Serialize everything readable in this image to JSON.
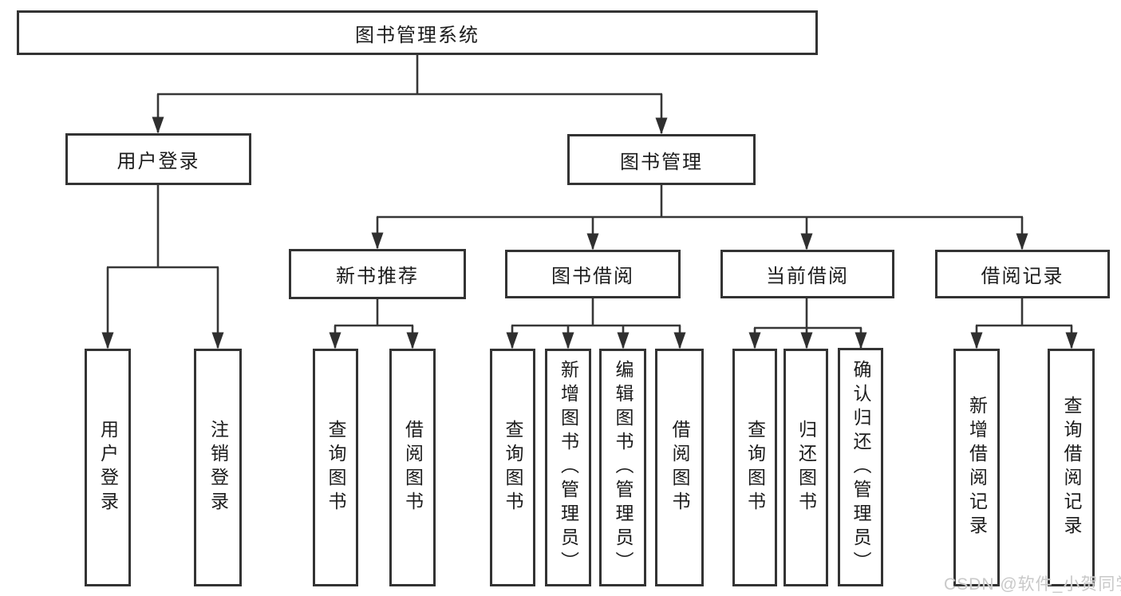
{
  "diagram_title": "图书管理系统",
  "nodes": {
    "root": "图书管理系统",
    "user_login": "用户登录",
    "book_mgmt": "图书管理",
    "new_book_rec": "新书推荐",
    "book_borrow": "图书借阅",
    "current_borrow": "当前借阅",
    "borrow_records": "借阅记录"
  },
  "leaves": {
    "user_login": "用户登录",
    "logout": "注销登录",
    "query_book_1": "查询图书",
    "borrow_book_1": "借阅图书",
    "query_book_2": "查询图书",
    "add_book": "新增图书（管理员）",
    "edit_book": "编辑图书（管理员）",
    "borrow_book_2": "借阅图书",
    "query_book_3": "查询图书",
    "return_book": "归还图书",
    "confirm_return": "确认归还（管理员）",
    "add_borrow_record": "新增借阅记录",
    "query_borrow_record": "查询借阅记录"
  },
  "watermark": "CSDN @软件_小贺同学",
  "colors": {
    "line": "#373737",
    "box_border": "#333333",
    "text": "#1c1c1c",
    "background": "#ffffff",
    "watermark": "#c9c9c9"
  }
}
